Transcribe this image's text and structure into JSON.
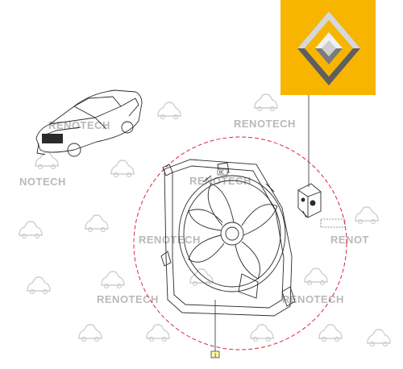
{
  "watermark": {
    "brand_text": "RENOTECH",
    "cropped_text_left": "NOTECH",
    "cropped_text_right": "RENOT"
  },
  "logo": {
    "background_color": "#F7B500",
    "emblem": "renault-diamond"
  },
  "callouts": {
    "fan_label": "1",
    "connector_label": "BC"
  },
  "colors": {
    "dashed_circle": "#d9273a",
    "watermark": "#b9b9b9",
    "line_art": "#2a2a2a"
  }
}
